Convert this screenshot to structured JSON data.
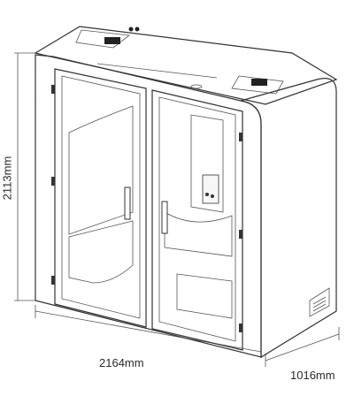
{
  "dimensions": {
    "height": "2113mm",
    "width": "2164mm",
    "depth": "1016mm"
  },
  "colors": {
    "outline": "#333333",
    "glass": "#d4ecf2",
    "glass_dark": "#bfe0e8",
    "panel": "#f7f7f7",
    "accent": "#222222"
  }
}
